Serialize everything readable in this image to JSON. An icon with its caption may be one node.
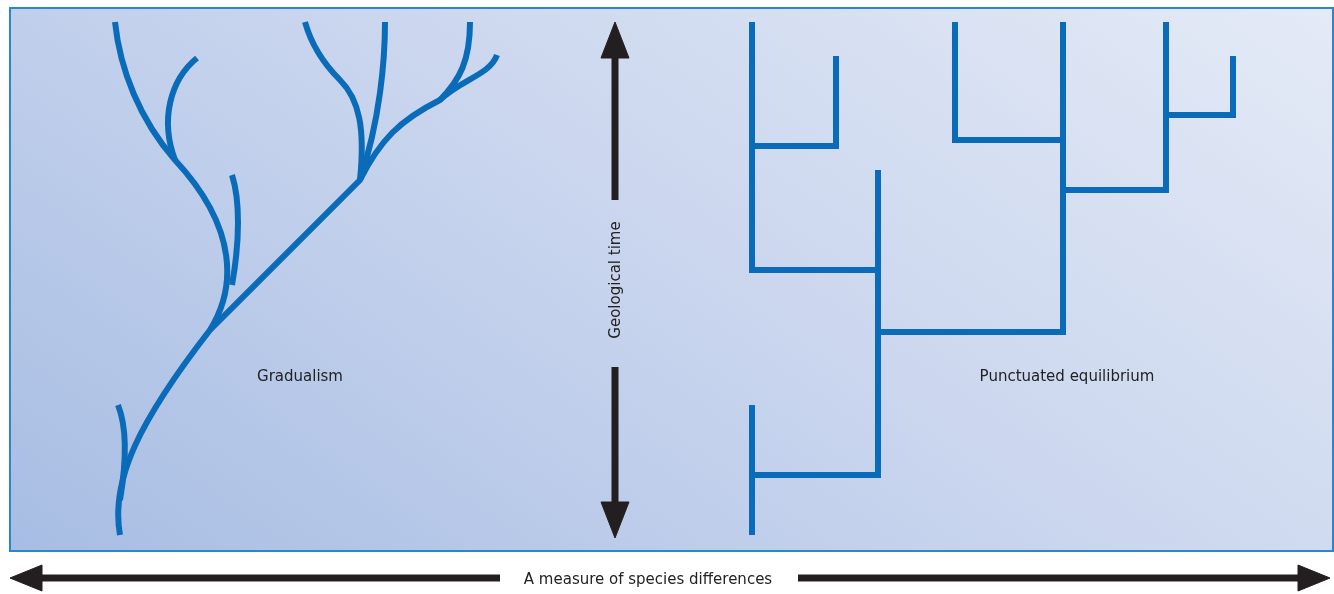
{
  "diagram": {
    "labels": [
      "Gradualism",
      "Geological time",
      "Punctuated equilibrium",
      "A measure of species differences"
    ]
  }
}
